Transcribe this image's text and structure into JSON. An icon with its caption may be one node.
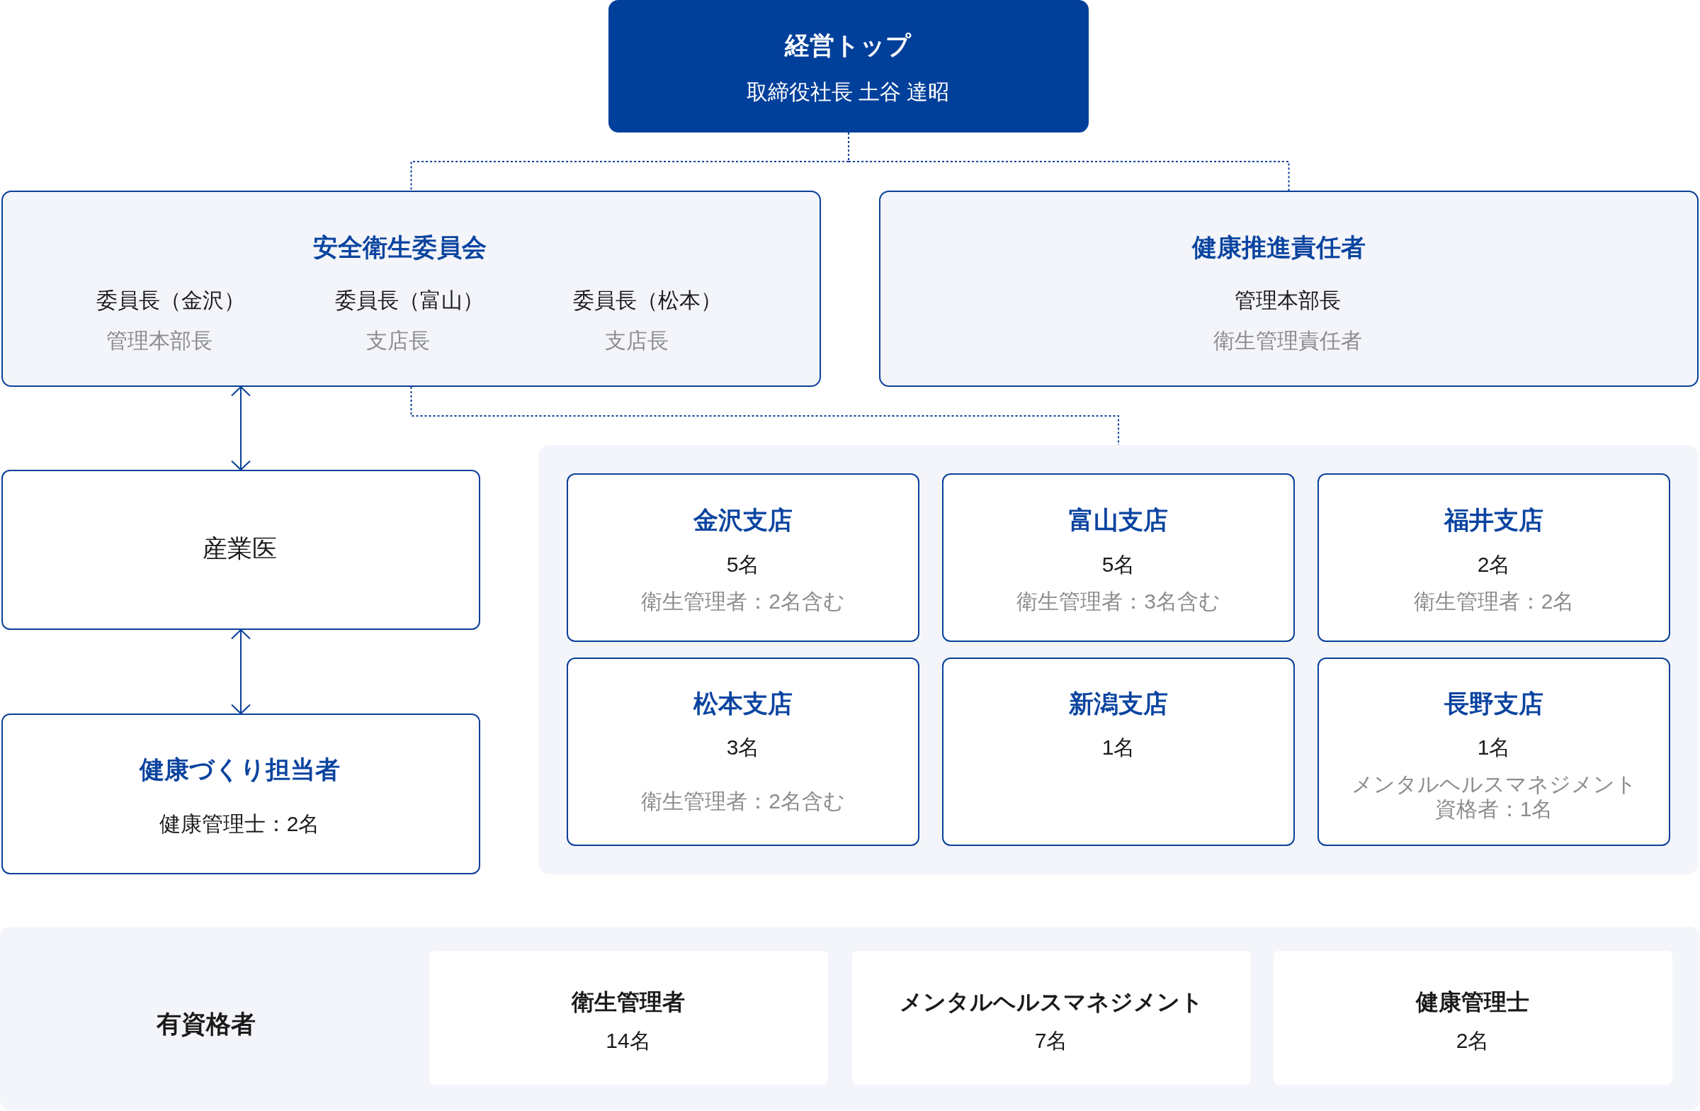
{
  "diagram": {
    "nodes": [
      {
        "text": [
          "経営トップ",
          "取締役社長 土谷 達昭"
        ]
      },
      {
        "text": [
          "安全衛生委員会",
          "委員長（金沢）",
          "管理本部長",
          "委員長（富山）",
          "支店長",
          "委員長（松本）",
          "支店長"
        ]
      },
      {
        "text": [
          "健康推進責任者",
          "管理本部長",
          "衛生管理責任者"
        ]
      },
      {
        "text": [
          "産業医"
        ]
      },
      {
        "text": [
          "健康づくり担当者",
          "健康管理士：2名"
        ]
      },
      {
        "text": [],
        "shape": "box"
      },
      {
        "text": [
          "金沢支店",
          "5名",
          "衛生管理者：2名含む"
        ],
        "in": 5
      },
      {
        "text": [
          "富山支店",
          "5名",
          "衛生管理者：3名含む"
        ],
        "in": 5
      },
      {
        "text": [
          "福井支店",
          "2名",
          "衛生管理者：2名"
        ],
        "in": 5
      },
      {
        "text": [
          "松本支店",
          "3名",
          "衛生管理者：2名含む"
        ],
        "in": 5
      },
      {
        "text": [
          "新潟支店",
          "1名"
        ],
        "in": 5
      },
      {
        "text": [
          "長野支店",
          "1名",
          "メンタルヘルスマネジメント資格者：1名"
        ],
        "in": 5
      },
      {
        "text": [
          "有資格者"
        ]
      },
      {
        "text": [
          "衛生管理者",
          "14名"
        ],
        "in": 12
      },
      {
        "text": [
          "メンタルヘルスマネジメント",
          "7名"
        ],
        "in": 12
      },
      {
        "text": [
          "健康管理士",
          "2名"
        ],
        "in": 12
      }
    ],
    "edges": [
      {
        "from": 0,
        "to": 1,
        "arrow": "none",
        "style": "dashed"
      },
      {
        "from": 0,
        "to": 2,
        "arrow": "none",
        "style": "dashed"
      },
      {
        "from": 1,
        "to": 5,
        "arrow": "none",
        "style": "dashed"
      },
      {
        "from": 1,
        "to": 3,
        "arrow": "both"
      },
      {
        "from": 3,
        "to": 4,
        "arrow": "both"
      }
    ]
  }
}
